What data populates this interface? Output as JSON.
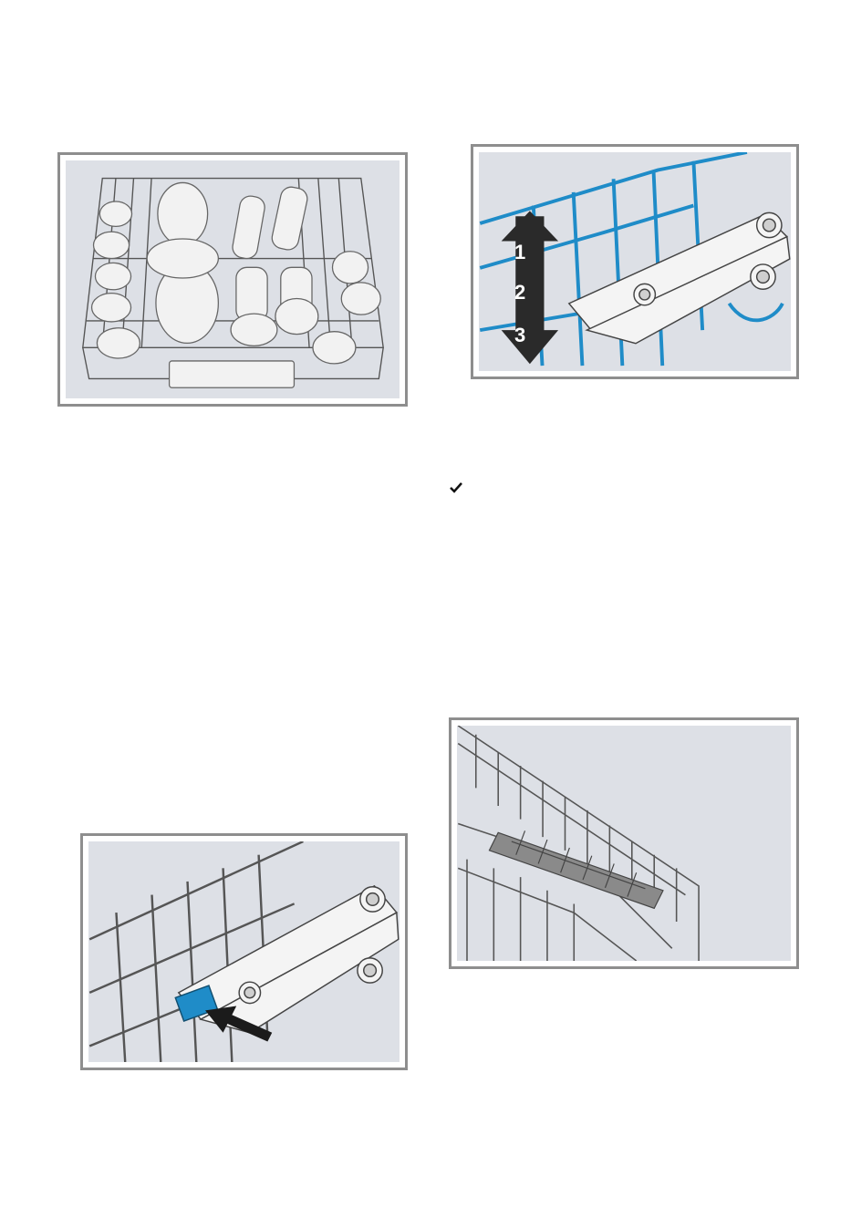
{
  "figures": [
    {
      "name": "loaded-upper-rack-figure",
      "content": "illustration"
    },
    {
      "name": "rack-height-levels-figure",
      "content": "illustration",
      "level_labels": [
        "1",
        "2",
        "3"
      ]
    },
    {
      "name": "rack-release-lever-figure",
      "content": "illustration"
    },
    {
      "name": "fold-down-tine-rack-figure",
      "content": "illustration"
    }
  ],
  "checkmark_icon": "check-icon",
  "colors": {
    "panel_bg": "#dde0e6",
    "frame": "#8e8e8e",
    "rack_blue": "#1f8cc8",
    "rack_gray": "#7a7a7a"
  }
}
